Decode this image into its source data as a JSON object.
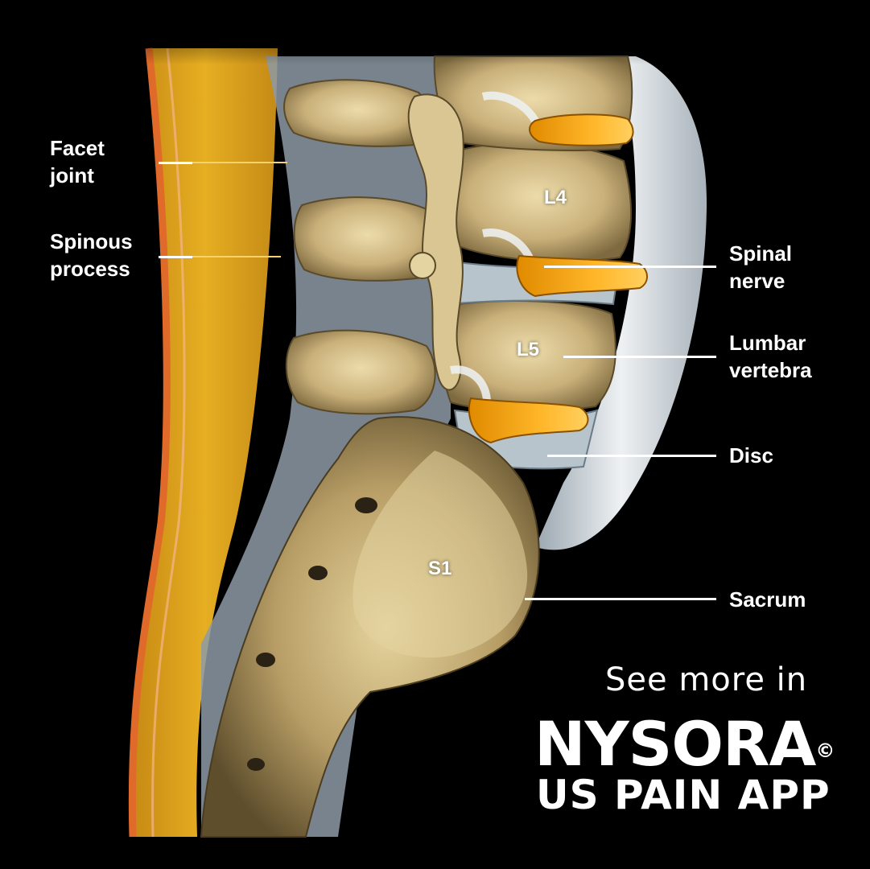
{
  "labels": {
    "facet_joint": [
      "Facet",
      "joint"
    ],
    "spinous_process": [
      "Spinous",
      "process"
    ],
    "spinal_nerve": [
      "Spinal",
      "nerve"
    ],
    "lumbar_vertebra": [
      "Lumbar",
      "vertebra"
    ],
    "disc": "Disc",
    "sacrum": "Sacrum"
  },
  "segments": {
    "l4": "L4",
    "l5": "L5",
    "s1": "S1"
  },
  "promo": {
    "see_more": "See more in",
    "brand": "NYSORA",
    "copyright": "©",
    "app": "US PAIN APP"
  },
  "colors": {
    "background": "#000000",
    "bone": "#c9b07a",
    "nerve": "#f0a010",
    "ligament": "#d8dde2",
    "fat": "#e0a818",
    "label_text": "#ffffff"
  }
}
